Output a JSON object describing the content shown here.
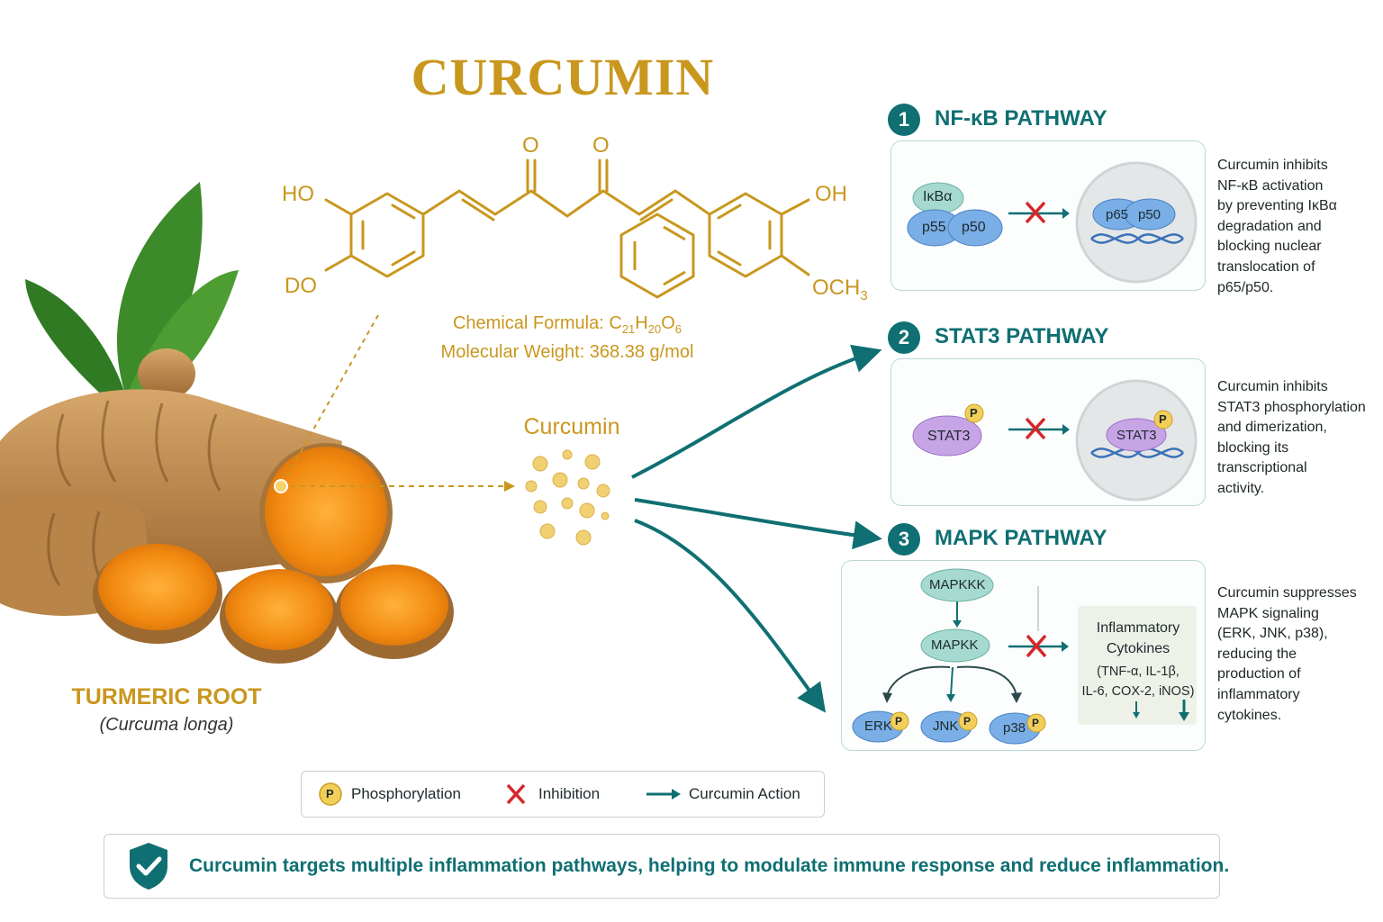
{
  "title": "CURCUMIN",
  "molecule": {
    "labels": [
      "HO",
      "DO",
      "O",
      "O",
      "OH",
      "OCH3"
    ],
    "formula": "Chemical Formula: C21H20O6",
    "formula_text": "Chemical Formula: C",
    "formula_sub1": "21",
    "formula_h": "H",
    "formula_sub2": "20",
    "formula_o": "O",
    "formula_sub3": "6",
    "molecular_weight": "Molecular Weight: 368.38 g/mol"
  },
  "particles_label": "Curcumin",
  "root": {
    "title": "TURMERIC ROOT",
    "subtitle": "(Curcuma longa)"
  },
  "pathways": [
    {
      "number": "1",
      "title": "NF-κB PATHWAY",
      "proteins": [
        "IκBα",
        "p55",
        "p50",
        "p65",
        "p50"
      ],
      "description": [
        "Curcumin inhibits",
        "NF-κB activation",
        "by preventing IκBα",
        "degradation and",
        "blocking nuclear",
        "translocation of",
        "p65/p50."
      ]
    },
    {
      "number": "2",
      "title": "STAT3 PATHWAY",
      "proteins": [
        "STAT3",
        "P",
        "STAT3",
        "P"
      ],
      "description": [
        "Curcumin inhibits",
        "STAT3 phosphorylation",
        "and dimerization,",
        "blocking its",
        "transcriptional",
        "activity."
      ]
    },
    {
      "number": "3",
      "title": "MAPK PATHWAY",
      "proteins": [
        "MAPKKK",
        "MAPKK",
        "ERK",
        "JNK",
        "p38",
        "P"
      ],
      "cytokines": {
        "title_line1": "Inflammatory",
        "title_line2": "Cytokines",
        "list_line1": "(TNF-α, IL-1β,",
        "list_line2": "IL-6, COX-2, iNOS)"
      },
      "description": [
        "Curcumin suppresses",
        "MAPK signaling",
        "(ERK, JNK, p38),",
        "reducing the",
        "production of",
        "inflammatory",
        "cytokines."
      ]
    }
  ],
  "legend": {
    "phosphorylation": "Phosphorylation",
    "phospho_symbol": "P",
    "inhibition": "Inhibition",
    "action": "Curcumin Action"
  },
  "banner": "Curcumin targets multiple inflammation pathways, helping to modulate immune response and reduce inflammation.",
  "colors": {
    "gold": "#c9971e",
    "teal": "#0f6f72",
    "inhibit_red": "#d6262b",
    "turmeric_orange": "#f08a12"
  }
}
